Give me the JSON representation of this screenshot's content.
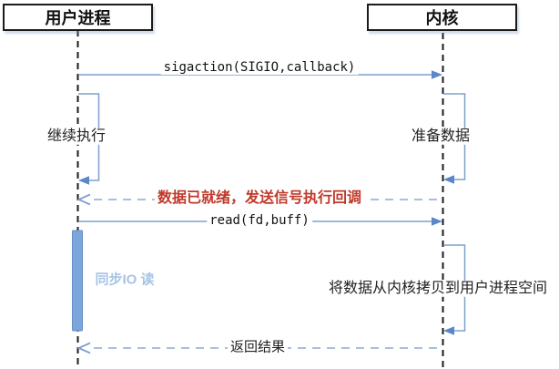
{
  "diagram": {
    "actors": [
      {
        "label": "用户进程"
      },
      {
        "label": "内核"
      }
    ],
    "messages": [
      {
        "label": "sigaction(SIGIO,callback)",
        "type": "solid-arrow",
        "from": "用户进程",
        "to": "内核"
      },
      {
        "label": "继续执行",
        "type": "self-loop",
        "actor": "用户进程"
      },
      {
        "label": "准备数据",
        "type": "self-loop",
        "actor": "内核"
      },
      {
        "label": "数据已就绪，发送信号执行回调",
        "type": "dashed-arrow",
        "from": "内核",
        "to": "用户进程"
      },
      {
        "label": "read(fd,buff)",
        "type": "solid-arrow",
        "from": "用户进程",
        "to": "内核"
      },
      {
        "label": "同步IO 读",
        "type": "activation-label",
        "actor": "用户进程"
      },
      {
        "label": "将数据从内核拷贝到用户进程空间",
        "type": "self-loop",
        "actor": "内核"
      },
      {
        "label": "返回结果",
        "type": "dashed-arrow",
        "from": "内核",
        "to": "用户进程"
      }
    ],
    "colors": {
      "arrow_blue": "#7FA0CC",
      "arrowhead_blue": "#5B86C9",
      "dashed_blue": "#8FA9D6",
      "red_label": "#C0392B",
      "activation_bar_fill": "#7CA5DB",
      "activation_bar_border": "#6590C6",
      "sync_io_label": "#A6C4E5",
      "lifeline": "#1B1B1B"
    }
  }
}
